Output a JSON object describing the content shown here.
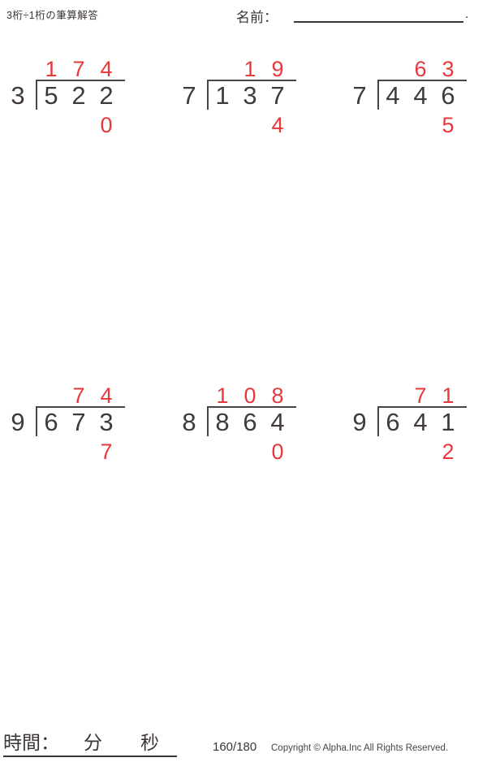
{
  "page": {
    "title": "3桁÷1桁の筆算解答",
    "name_label": "名前：",
    "name_suffix": "."
  },
  "colors": {
    "answer_red": "#e8383c",
    "ink": "#403b39",
    "bracket_line": "#4a4542"
  },
  "footer": {
    "time_label": "時間：",
    "minutes_label": "分",
    "seconds_label": "秒",
    "page_number": "160/180",
    "copyright": "Copyright © Alpha.Inc All Rights Reserved."
  },
  "problems": [
    {
      "divisor": "3",
      "dividend": [
        "5",
        "2",
        "2"
      ],
      "quotient": [
        "1",
        "7",
        "4"
      ],
      "remainder": "0"
    },
    {
      "divisor": "7",
      "dividend": [
        "1",
        "3",
        "7"
      ],
      "quotient": [
        "",
        "1",
        "9"
      ],
      "remainder": "4"
    },
    {
      "divisor": "7",
      "dividend": [
        "4",
        "4",
        "6"
      ],
      "quotient": [
        "",
        "6",
        "3"
      ],
      "remainder": "5"
    },
    {
      "divisor": "9",
      "dividend": [
        "6",
        "7",
        "3"
      ],
      "quotient": [
        "",
        "7",
        "4"
      ],
      "remainder": "7"
    },
    {
      "divisor": "8",
      "dividend": [
        "8",
        "6",
        "4"
      ],
      "quotient": [
        "1",
        "0",
        "8"
      ],
      "remainder": "0"
    },
    {
      "divisor": "9",
      "dividend": [
        "6",
        "4",
        "1"
      ],
      "quotient": [
        "",
        "7",
        "1"
      ],
      "remainder": "2"
    }
  ]
}
